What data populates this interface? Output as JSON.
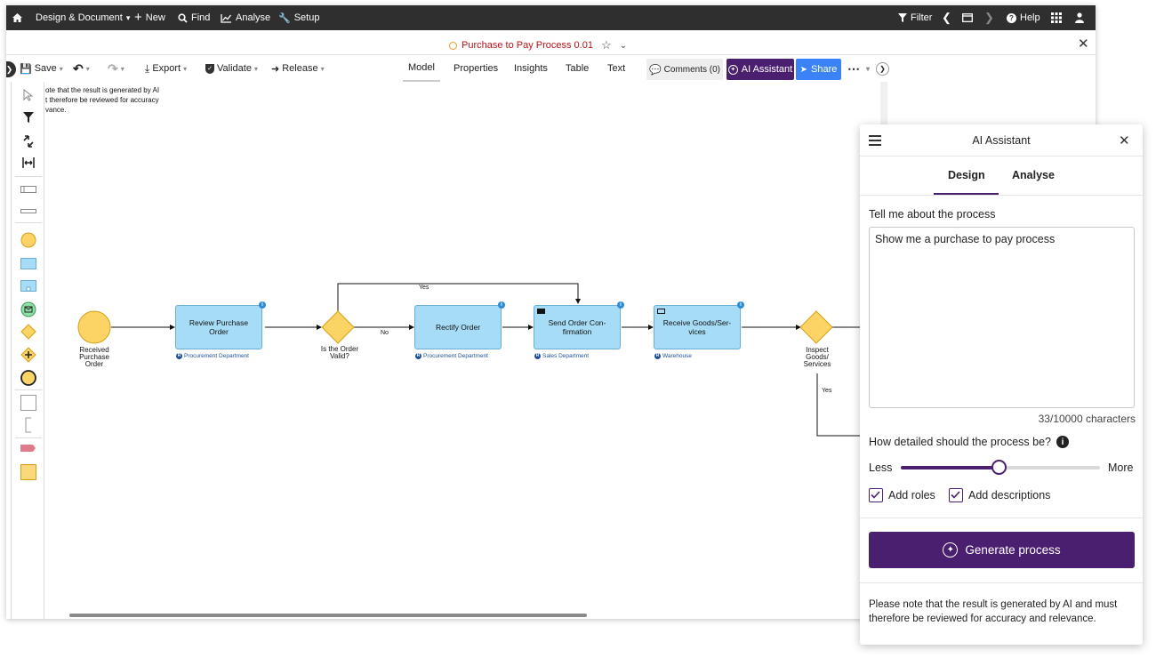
{
  "topbar": {
    "home_icon": "home-icon",
    "menu_design": "Design & Document",
    "menu_new": "New",
    "menu_find": "Find",
    "menu_analyse": "Analyse",
    "menu_setup": "Setup",
    "filter": "Filter",
    "help": "Help"
  },
  "document": {
    "title": "Purchase to Pay Process 0.01"
  },
  "toolbar": {
    "save": "Save",
    "export": "Export",
    "validate": "Validate",
    "release": "Release",
    "tabs": [
      "Model",
      "Properties",
      "Insights",
      "Table",
      "Text"
    ],
    "active_tab": "Model",
    "comments": "Comments (0)",
    "ai_assistant": "AI Assistant",
    "share": "Share"
  },
  "canvas": {
    "note_lines": [
      "ote that the result is generated by AI",
      "t therefore be reviewed for accuracy",
      "vance."
    ],
    "start_event": [
      "Received",
      "Purchase",
      "Order"
    ],
    "tasks": [
      {
        "label": "Review Purchase Order",
        "role": "Procurement Department"
      },
      {
        "label": "Rectify Order",
        "role": "Procurement Department"
      },
      {
        "label": "Send Order Con-firmation",
        "role": "Sales Department"
      },
      {
        "label": "Receive Goods/Ser-vices",
        "role": "Warehouse"
      }
    ],
    "gateway1": [
      "Is the Order",
      "Valid?"
    ],
    "gateway2": [
      "Inspect",
      "Goods/",
      "Services"
    ],
    "edge_yes_top": "Yes",
    "edge_no": "No",
    "edge_yes_down": "Yes"
  },
  "ai_panel": {
    "title": "AI Assistant",
    "tabs": [
      "Design",
      "Analyse"
    ],
    "active_tab": "Design",
    "prompt_label": "Tell me about the process",
    "prompt_value": "Show me a purchase to pay process",
    "char_count": "33/10000 characters",
    "detail_label": "How detailed should the process be?",
    "slider_min_label": "Less",
    "slider_max_label": "More",
    "slider_value_fraction": 0.49,
    "add_roles": "Add roles",
    "add_descriptions": "Add descriptions",
    "generate": "Generate process",
    "disclaimer_line1": "Please note that the result is generated by AI and must",
    "disclaimer_line2": "therefore be reviewed for accuracy and relevance."
  },
  "colors": {
    "accent": "#4b1f6f",
    "share": "#3b82f6",
    "task_fill": "#a7dcf7",
    "event_fill": "#fbd465",
    "topbar": "#2f2f2f"
  }
}
